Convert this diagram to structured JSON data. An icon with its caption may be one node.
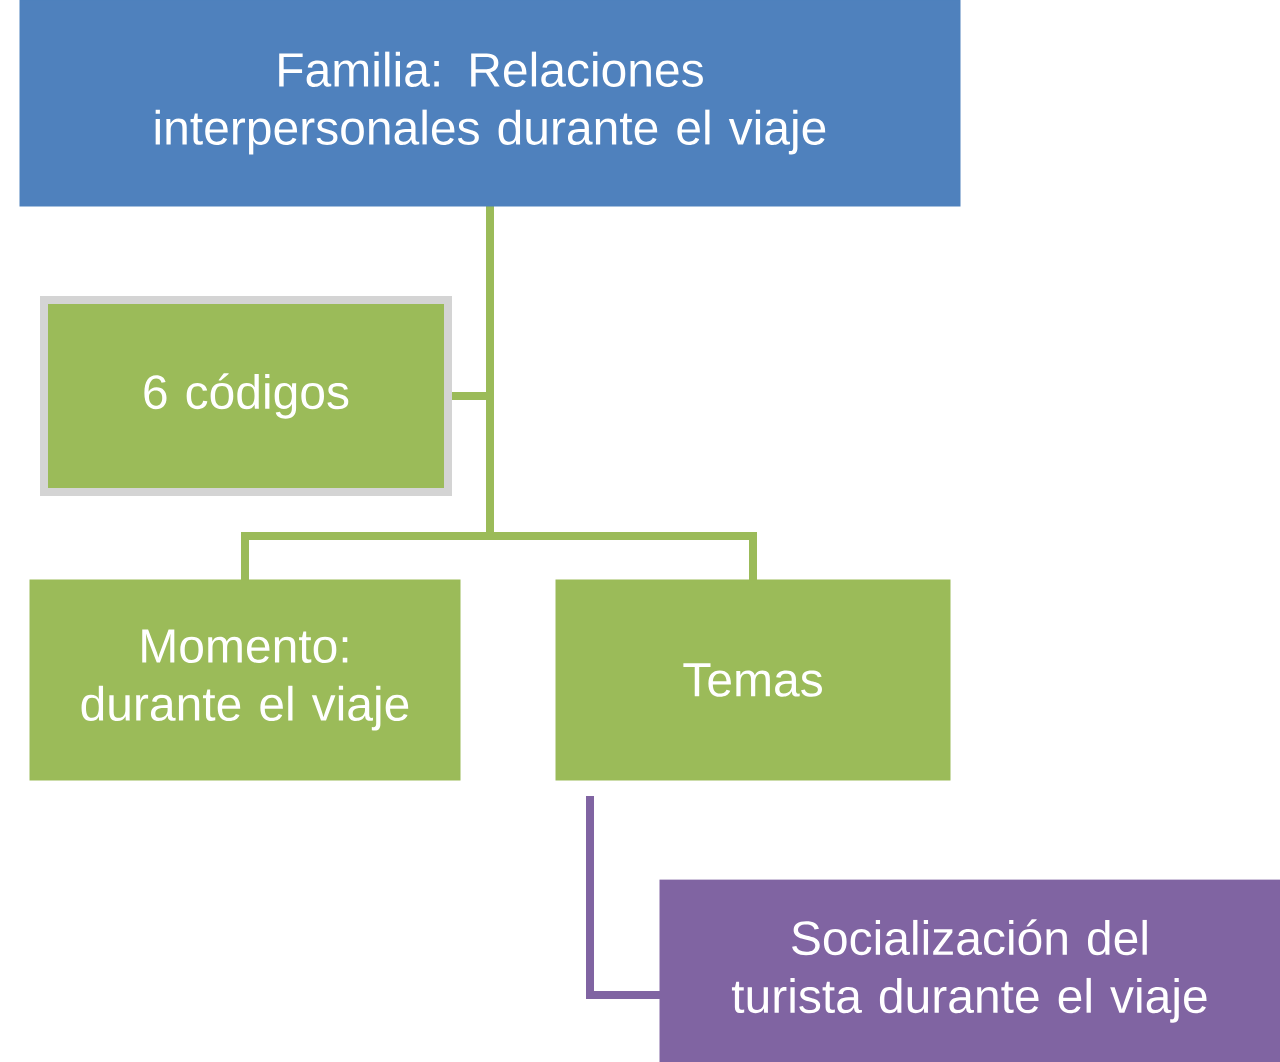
{
  "diagram": {
    "nodes": [
      {
        "text": [
          "Familia: Relaciones interpersonales durante el viaje"
        ]
      },
      {
        "text": [
          "6 códigos"
        ]
      },
      {
        "text": [
          "Momento: durante el viaje"
        ]
      },
      {
        "text": [
          "Temas"
        ]
      },
      {
        "text": [
          "Socialización del turista durante el viaje"
        ]
      }
    ],
    "edges": [
      {
        "from": 0,
        "to": 1,
        "arrow": "none"
      },
      {
        "from": 0,
        "to": 2,
        "arrow": "none"
      },
      {
        "from": 0,
        "to": 3,
        "arrow": "none"
      },
      {
        "from": 3,
        "to": 4,
        "arrow": "none",
        "color": "#8064a2"
      }
    ]
  }
}
